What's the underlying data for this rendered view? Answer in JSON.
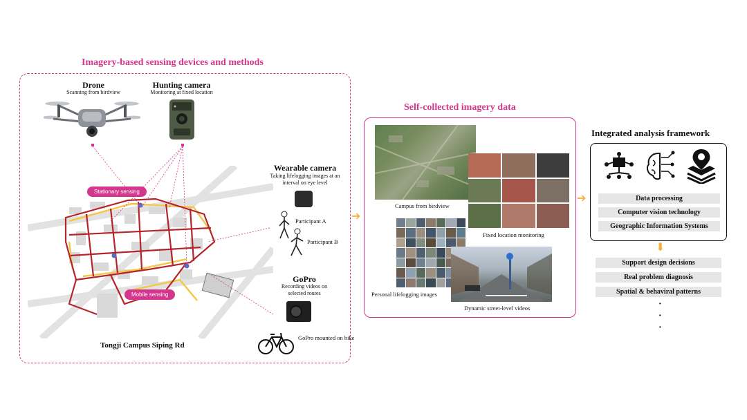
{
  "left_panel": {
    "title": "Imagery-based sensing devices and methods",
    "drone": {
      "title": "Drone",
      "subtitle": "Scanning from birdview"
    },
    "hunting_camera": {
      "title": "Hunting camera",
      "subtitle": "Monitoring at fixed location"
    },
    "wearable_camera": {
      "title": "Wearable camera",
      "subtitle": "Taking lifelogging images at an interval on eye level"
    },
    "participant_a": "Participant A",
    "participant_b": "Participant B",
    "gopro": {
      "title": "GoPro",
      "subtitle": "Recording videos on selected routes"
    },
    "gopro_bike": "GoPro mounted on bike",
    "stationary_sensing": "Stationary sensing",
    "mobile_sensing": "Mobile sensing",
    "map_caption": "Tongji Campus Siping Rd"
  },
  "middle_panel": {
    "title": "Self-collected imagery data",
    "captions": {
      "birdview": "Campus from birdview",
      "fixed": "Fixed location monitoring",
      "lifelog": "Personal lifelogging images",
      "street": "Dynamic street-level videos"
    }
  },
  "right_panel": {
    "title": "Integrated analysis framework",
    "methods": [
      "Data processing",
      "Computer vision technology",
      "Geographic Information Systems"
    ],
    "outcomes": [
      "Support design decisions",
      "Real problem diagnosis",
      "Spatial & behaviral patterns"
    ],
    "ellipsis": [
      "·",
      "·",
      "·"
    ]
  },
  "colors": {
    "accent": "#d4368d",
    "arrow": "#f5b13a",
    "route_red": "#b5242a",
    "route_yellow": "#f2c94c"
  },
  "icons": [
    "drone-icon",
    "hunting-camera-icon",
    "wearable-camera-icon",
    "gopro-icon",
    "bicycle-icon",
    "network-icon",
    "brain-icon",
    "map-layers-icon",
    "walker-icon"
  ]
}
